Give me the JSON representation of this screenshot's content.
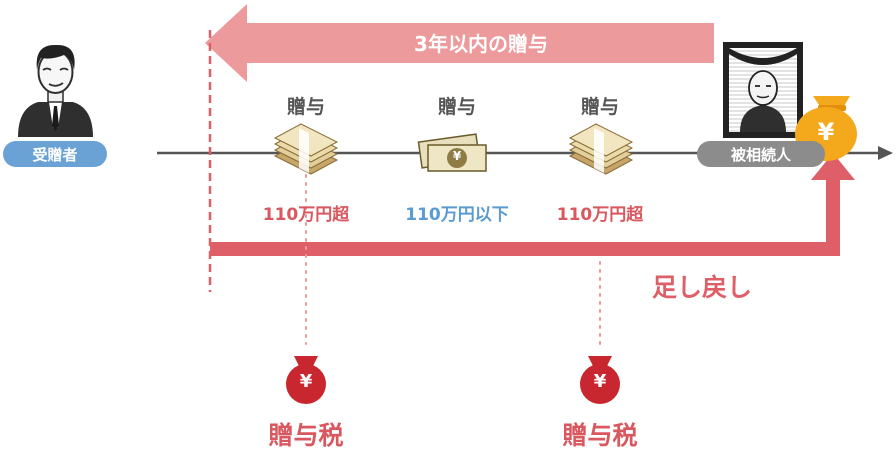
{
  "colors": {
    "arrow_pink": "#ec9a9c",
    "arrow_red": "#df5f68",
    "timeline": "#555555",
    "badge_blue": "#6aa2d6",
    "badge_gray": "#8c8c8c",
    "text_red": "#d9585f",
    "text_blue": "#5b9bd1",
    "text_gray": "#555555",
    "gold_bag": "#f4a91c",
    "red_bag": "#c8272f"
  },
  "top_arrow": {
    "label": "3年以内の贈与"
  },
  "recipient": {
    "label": "受贈者",
    "icon": "businessman-icon"
  },
  "decedent": {
    "label": "被相続人",
    "icon": "memorial-portrait-icon"
  },
  "gifts": [
    {
      "label": "贈与",
      "amount": "110万円超",
      "icon": "banknote-bundle-icon",
      "taxed": true
    },
    {
      "label": "贈与",
      "amount": "110万円以下",
      "icon": "yen-banknotes-icon",
      "taxed": false
    },
    {
      "label": "贈与",
      "amount": "110万円超",
      "icon": "banknote-bundle-icon",
      "taxed": true
    }
  ],
  "addback": {
    "label": "足し戻し"
  },
  "taxes": [
    {
      "label": "贈与税",
      "symbol": "¥"
    },
    {
      "label": "贈与税",
      "symbol": "¥"
    }
  ],
  "estate_bag": {
    "symbol": "¥"
  }
}
